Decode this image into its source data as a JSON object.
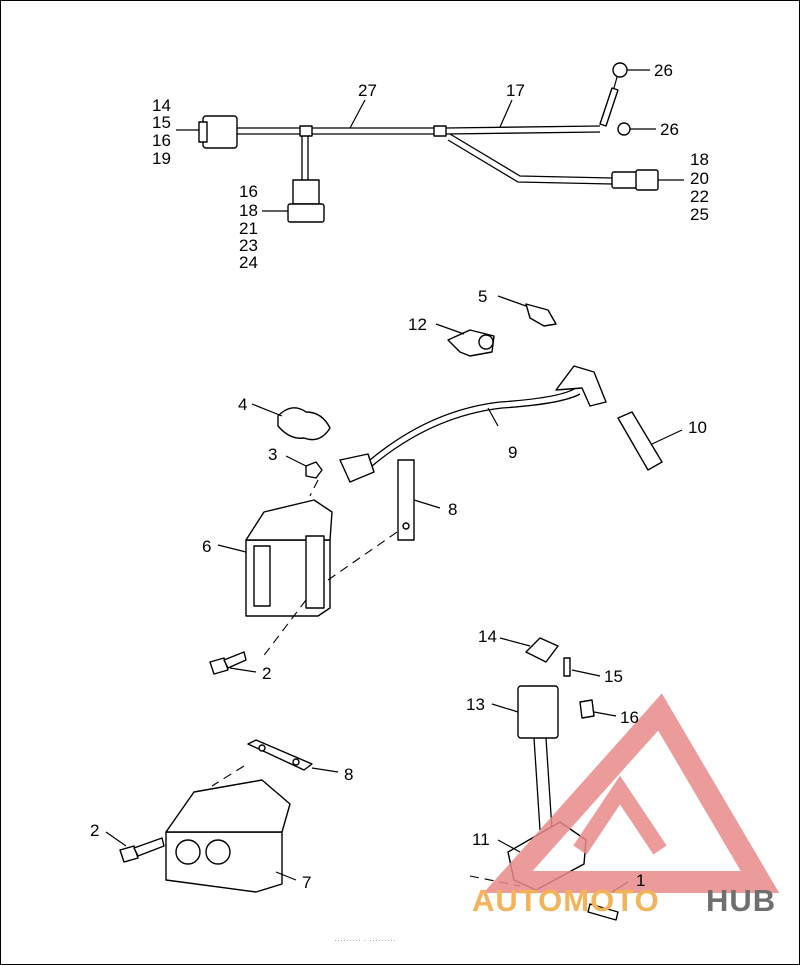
{
  "labels": {
    "harness": {
      "connector_left": [
        "14",
        "15",
        "16",
        "19"
      ],
      "main_harness": "27",
      "branch": "17",
      "ring_terminal_top": "26",
      "ring_terminal_mid": "26",
      "connector_right": [
        "18",
        "20",
        "22",
        "25"
      ],
      "connector_bottom": [
        "16",
        "18",
        "21",
        "23",
        "24"
      ]
    },
    "clips": {
      "clip_5": "5",
      "clip_12": "12",
      "clip_4": "4"
    },
    "ignition": {
      "nut": "3",
      "coil_6": "6",
      "bracket_upper": "8",
      "spark_plug_wire": "9",
      "spark_plug": "10",
      "bolt_upper": "2",
      "coil_7": "7",
      "bracket_lower": "8",
      "bolt_lower": "2"
    },
    "sensor": {
      "cover": "14",
      "pin": "15",
      "screw": "16",
      "connector": "13",
      "sensor_body": "11",
      "bolt": "1"
    }
  },
  "watermark": {
    "part1": "AUTOMOTO",
    "part2": "HUB",
    "color_red": "#e98a8a",
    "color_orange": "#f2b35a",
    "color_gray": "#6f6f6f"
  },
  "footer_text": "·········  ·  ·········"
}
